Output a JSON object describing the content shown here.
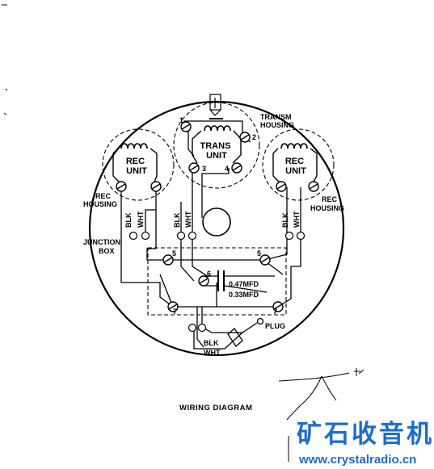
{
  "labels": {
    "transm_housing": [
      "TRANSM",
      "HOUSING"
    ],
    "trans_unit": [
      "TRANS",
      "UNIT"
    ],
    "rec_unit": [
      "REC",
      "UNIT"
    ],
    "rec_housing": [
      "REC",
      "HOUSING"
    ],
    "junction_box": [
      "JUNCTION",
      "BOX"
    ],
    "blk": "BLK",
    "wht": "WHT",
    "plug": "PLUG",
    "cap1": "0.47MFD",
    "cap2": "0.33MFD",
    "term1": "1",
    "term2": "2",
    "term3": "3",
    "term4": "4",
    "term5": "5",
    "term6": "6",
    "term7": "7"
  },
  "title": "WIRING DIAGRAM",
  "watermark": {
    "text": "矿石收音机",
    "url": "www.crystalradio.cn",
    "color": "#1c6cd1"
  }
}
